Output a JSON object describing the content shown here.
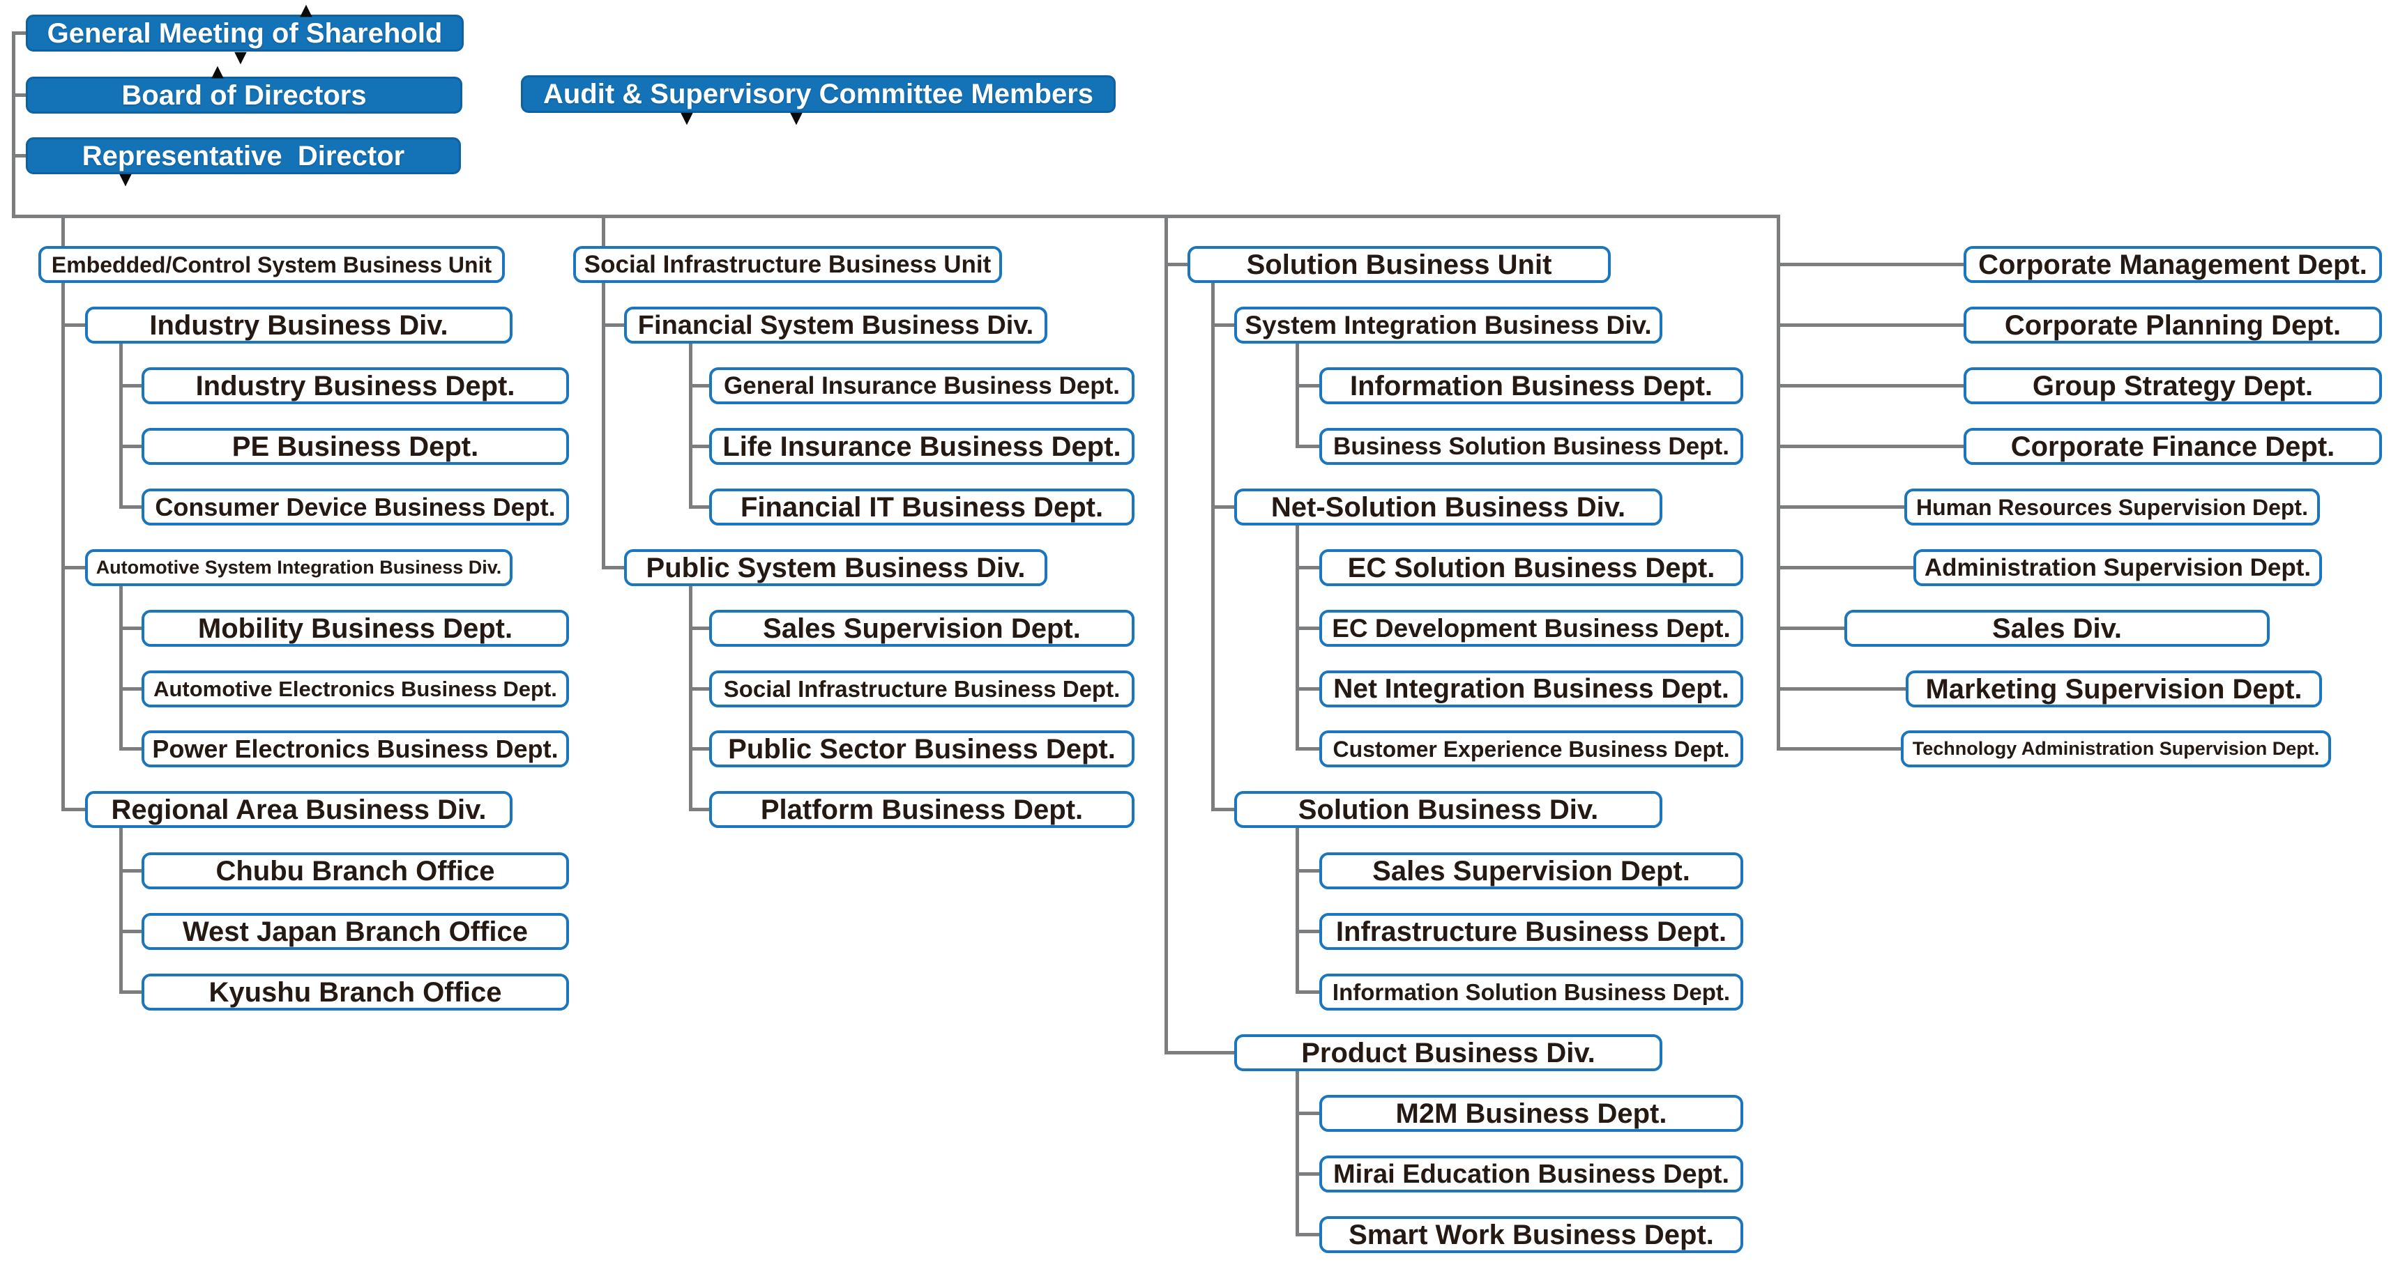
{
  "colors": {
    "governance_box_blue": "#1472b7",
    "org_box_border_blue": "#1b76bd",
    "connector_gray": "#7c7d7f",
    "text_dark": "#251914",
    "text_white": "#ffffff",
    "arrow_black": "#0a0a0a"
  },
  "icons": {
    "up_arrow": "▲",
    "down_arrow": "▼"
  },
  "governance": {
    "general_meeting": "General Meeting of Sharehold",
    "board_of_directors": "Board of Directors",
    "representative_director": "Representative  Director",
    "audit_committee": "Audit & Supervisory Committee Members"
  },
  "units": [
    {
      "name": "Embedded/Control System Business Unit",
      "divisions": [
        {
          "name": "Industry Business Div.",
          "departments": [
            "Industry Business Dept.",
            "PE Business Dept.",
            "Consumer Device Business Dept."
          ]
        },
        {
          "name": "Automotive System Integration Business Div.",
          "departments": [
            "Mobility Business Dept.",
            "Automotive Electronics Business Dept.",
            "Power Electronics Business Dept."
          ]
        },
        {
          "name": "Regional Area Business Div.",
          "departments": [
            "Chubu Branch Office",
            "West Japan Branch Office",
            "Kyushu Branch Office"
          ]
        }
      ]
    },
    {
      "name": "Social Infrastructure Business Unit",
      "divisions": [
        {
          "name": "Financial System Business Div.",
          "departments": [
            "General Insurance Business Dept.",
            "Life Insurance Business Dept.",
            "Financial IT Business Dept."
          ]
        },
        {
          "name": "Public System Business Div.",
          "departments": [
            "Sales Supervision Dept.",
            "Social Infrastructure Business Dept.",
            "Public Sector Business Dept.",
            "Platform Business Dept."
          ]
        }
      ]
    },
    {
      "name": "Solution Business Unit",
      "divisions": [
        {
          "name": "System Integration Business Div.",
          "departments": [
            "Information Business Dept.",
            "Business Solution Business Dept."
          ]
        },
        {
          "name": "Net-Solution Business Div.",
          "departments": [
            "EC Solution Business Dept.",
            "EC Development Business Dept.",
            "Net Integration Business Dept.",
            "Customer Experience Business Dept."
          ]
        },
        {
          "name": "Solution Business Div.",
          "departments": [
            "Sales Supervision Dept.",
            "Infrastructure Business Dept.",
            "Information Solution Business Dept."
          ]
        },
        {
          "name": "Product Business Div.",
          "departments": [
            "M2M Business Dept.",
            "Mirai Education Business Dept.",
            "Smart Work Business Dept."
          ]
        }
      ]
    }
  ],
  "corporate": [
    "Corporate Management Dept.",
    "Corporate Planning Dept.",
    "Group Strategy Dept.",
    "Corporate Finance Dept.",
    "Human Resources Supervision Dept.",
    "Administration Supervision Dept.",
    "Sales Div.",
    "Marketing Supervision Dept.",
    "Technology Administration Supervision Dept."
  ]
}
